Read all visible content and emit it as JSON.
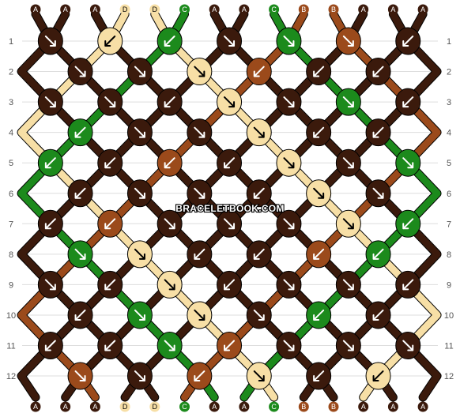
{
  "colors": {
    "A": "#3b1a0c",
    "B": "#9b4a1b",
    "C": "#1c8a1c",
    "D": "#f7dfa6"
  },
  "top_labels": [
    "A",
    "A",
    "A",
    "D",
    "D",
    "C",
    "A",
    "A",
    "C",
    "B",
    "B",
    "A",
    "A",
    "A"
  ],
  "bottom_labels": [
    "A",
    "A",
    "A",
    "D",
    "D",
    "C",
    "A",
    "A",
    "C",
    "B",
    "B",
    "A",
    "A",
    "A"
  ],
  "row_numbers": [
    "1",
    "2",
    "3",
    "4",
    "5",
    "6",
    "7",
    "8",
    "9",
    "10",
    "11",
    "12"
  ],
  "watermark": "BRACELETBOOK.COM",
  "knots": [
    [
      "rf",
      "lf",
      "lf",
      "rf",
      "rf",
      "rf",
      "lf"
    ],
    [
      "rf",
      "rf",
      "rf",
      "lf",
      "lf",
      "lf"
    ],
    [
      "rf",
      "rf",
      "lf",
      "rf",
      "rf",
      "rf",
      "lf"
    ],
    [
      "lf",
      "rf",
      "rf",
      "rf",
      "lf",
      "lf"
    ],
    [
      "lf",
      "lf",
      "lf",
      "lf",
      "rf",
      "rf",
      "rf"
    ],
    [
      "lf",
      "rf",
      "rf",
      "lf",
      "rf",
      "rf"
    ],
    [
      "lf",
      "lf",
      "rf",
      "rf",
      "rf",
      "rf",
      "lf"
    ],
    [
      "rf",
      "rf",
      "lf",
      "lf",
      "lf",
      "lf"
    ],
    [
      "rf",
      "lf",
      "rf",
      "lf",
      "rf",
      "rf",
      "lf"
    ],
    [
      "lf",
      "rf",
      "rf",
      "rf",
      "lf",
      "lf"
    ],
    [
      "lf",
      "lf",
      "rf",
      "lf",
      "rf",
      "rf",
      "rf"
    ],
    [
      "rf",
      "rf",
      "lf",
      "rf",
      "lf",
      "lf"
    ]
  ]
}
